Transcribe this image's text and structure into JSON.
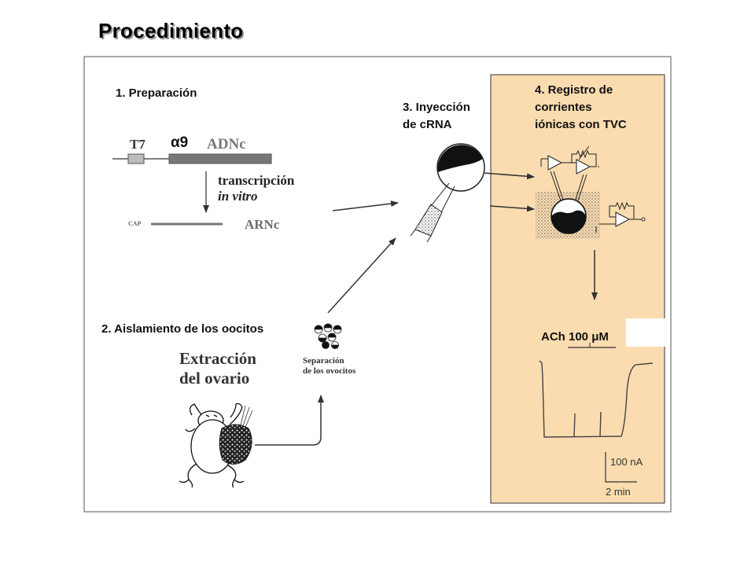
{
  "title": "Procedimiento",
  "steps": {
    "step1": "1. Preparación",
    "step2": "2. Aislamiento de los oocitos",
    "step3": [
      "3. Inyección",
      "de cRNA"
    ],
    "step4": [
      "4. Registro de",
      "corrientes",
      "iónicas con TVC"
    ]
  },
  "gene": {
    "promoter": "T7",
    "subunit": "α9",
    "cdna": "ADNc",
    "process": [
      "transcripción",
      "in vitro"
    ],
    "cap": "CAP",
    "crna": "ARNc"
  },
  "dissection": {
    "extraction": [
      "Extracción",
      "del ovario"
    ],
    "separation": [
      "Separación",
      "de los ovocitos"
    ]
  },
  "recording": {
    "agonist": "ACh 100 μM",
    "scale_current": "100 nA",
    "scale_time": "2 min"
  },
  "colors": {
    "panel": "#FADCB0",
    "frame": "#555555",
    "cdna_bar": "#777777",
    "text_gray": "#6e6e6e"
  },
  "icons": [
    "frog-icon",
    "ovary-icon",
    "oocyte-cluster-icon",
    "oocyte-icon",
    "injection-pipette-icon",
    "voltage-clamp-circuit-icon",
    "current-trace-icon"
  ]
}
